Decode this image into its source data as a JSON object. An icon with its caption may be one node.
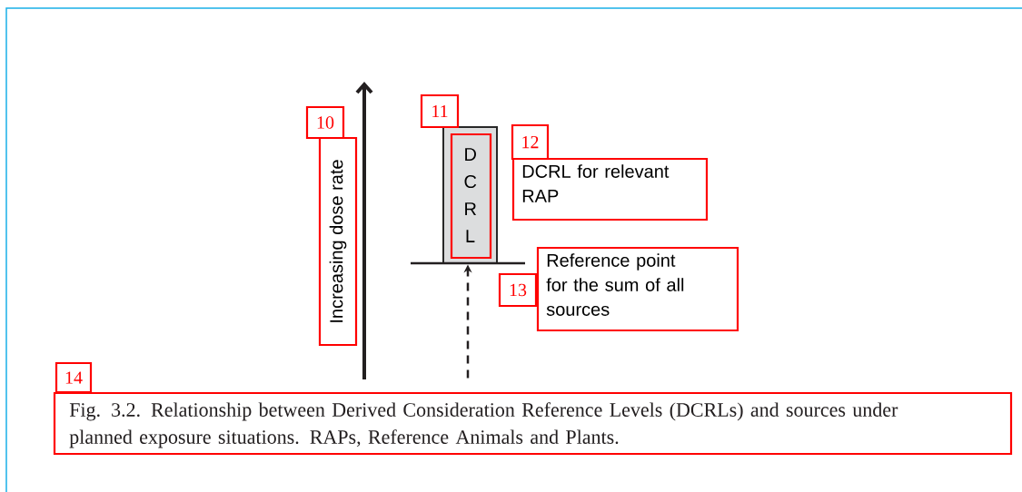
{
  "diagram": {
    "caption": "Fig. 3.2.  Relationship between Derived Consideration Reference Levels (DCRLs) and sources under planned exposure situations. RAPs, Reference Animals and Plants.",
    "nodes": [
      {
        "text": [
          "D C R L"
        ]
      },
      {
        "text": [],
        "shape": "bar"
      }
    ],
    "edges": [
      {
        "from": null,
        "to": 1,
        "arrow": "to",
        "style": "dashed"
      }
    ],
    "labels": [
      "10",
      "Increasing dose rate",
      "11",
      "12",
      "DCRL for relevant RAP",
      "13",
      "Reference point for the sum of all sources",
      "14"
    ]
  }
}
